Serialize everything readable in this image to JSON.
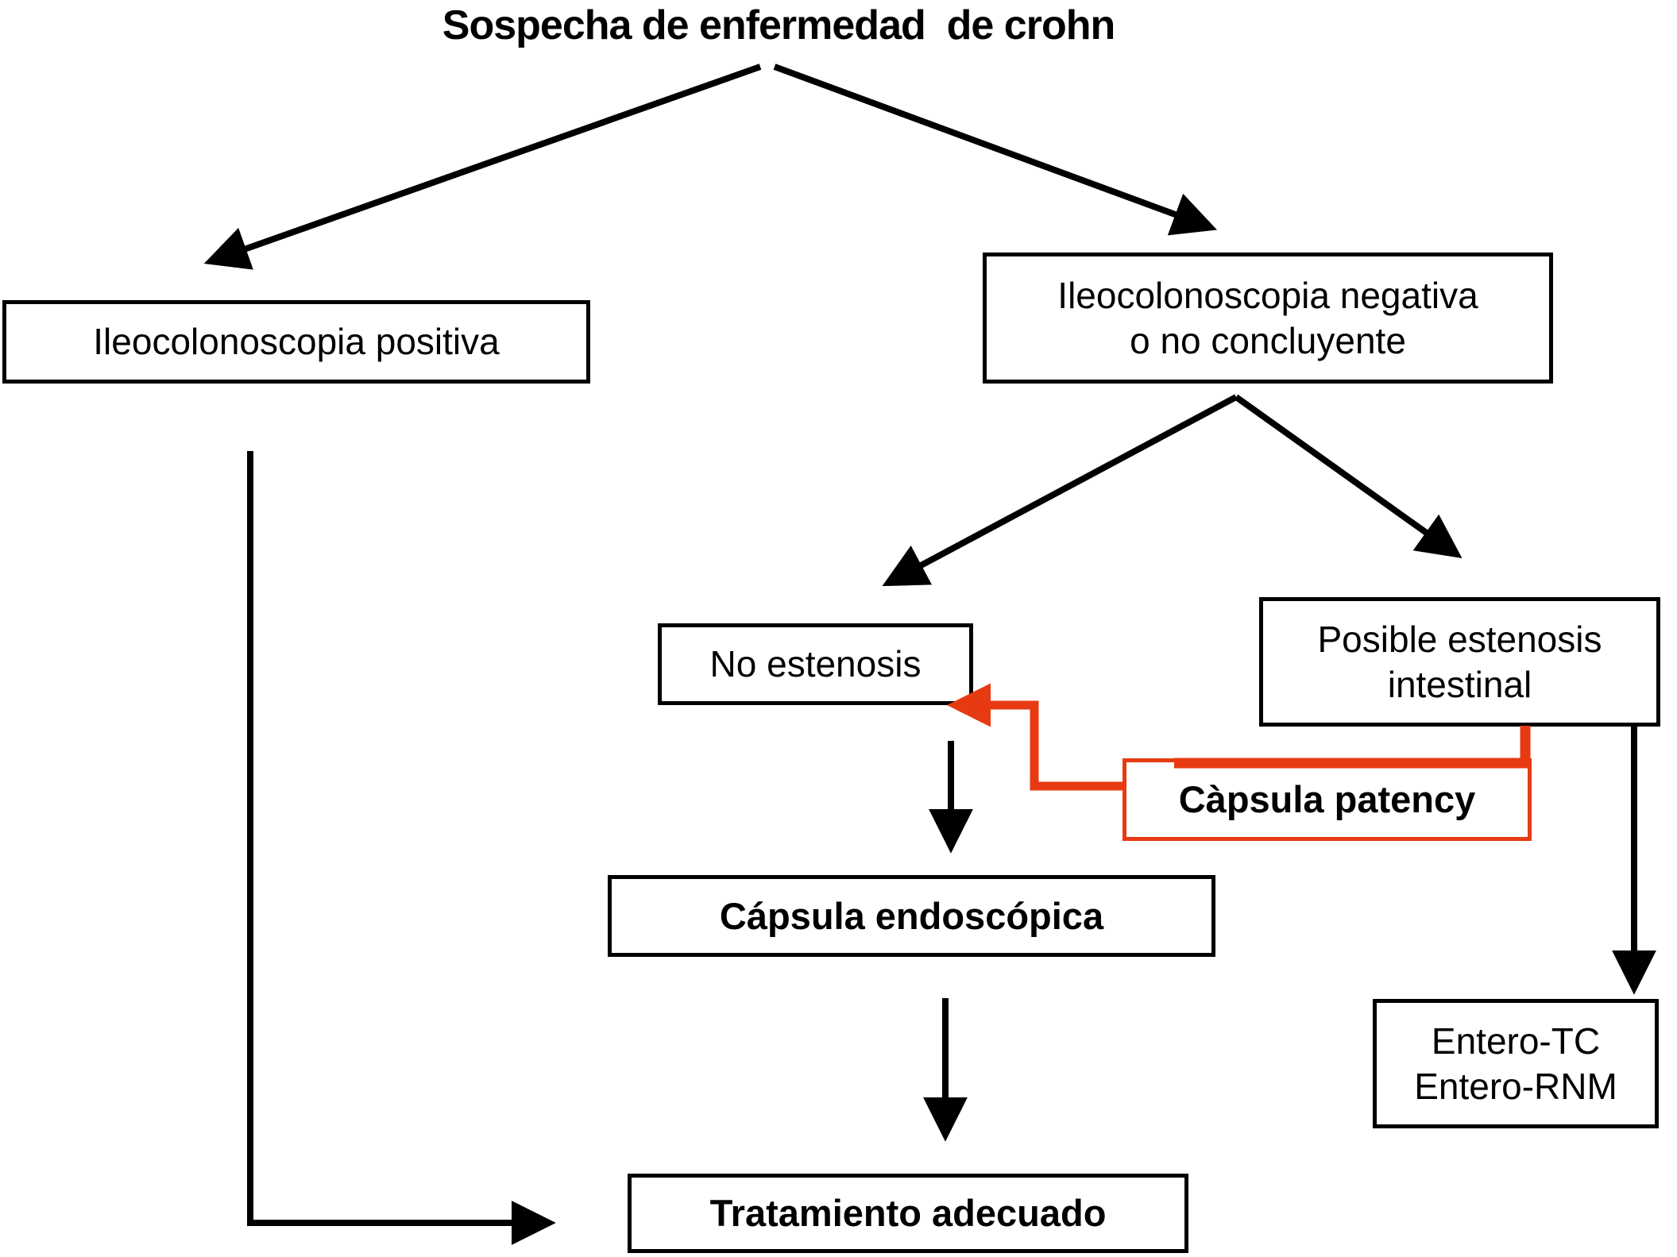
{
  "title": "Sospecha de enfermedad  de crohn",
  "colors": {
    "accent_red": "#E83A12",
    "line_black": "#000000",
    "background": "#FFFFFF"
  },
  "nodes": {
    "ileocolonoscopia_positiva": {
      "label": "Ileocolonoscopia positiva"
    },
    "ileocolonoscopia_negativa": {
      "line1": "Ileocolonoscopia negativa",
      "line2": "o no concluyente"
    },
    "no_estenosis": {
      "label": "No estenosis"
    },
    "posible_estenosis": {
      "line1": "Posible estenosis",
      "line2": "intestinal"
    },
    "capsula_patency": {
      "label": "Càpsula patency"
    },
    "capsula_endoscopica": {
      "label": "Cápsula endoscópica"
    },
    "tratamiento_adecuado": {
      "label": "Tratamiento adecuado"
    },
    "entero": {
      "line1": "Entero-TC",
      "line2": "Entero-RNM"
    }
  }
}
